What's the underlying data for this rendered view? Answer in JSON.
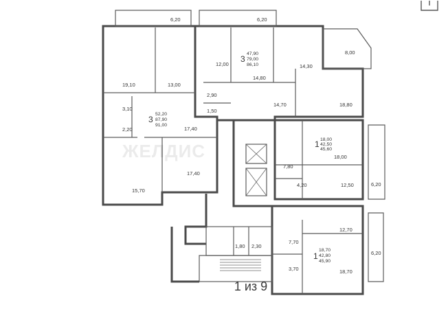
{
  "colors": {
    "apt_left": "#f3e1e4",
    "apt_top": "#f7e3cf",
    "apt_green": "#dcecd5",
    "apt_purple": "#e2def0",
    "loggia": "#efe3e0"
  },
  "apartments": {
    "left": {
      "rooms_count": "3",
      "area_living": "52,20",
      "area_total_1": "87,90",
      "area_total_2": "91,00",
      "rooms": [
        "6,20",
        "19,10",
        "13,00",
        "3,10",
        "2,20",
        "17,40",
        "17,40",
        "15,70"
      ]
    },
    "top": {
      "rooms_count": "3",
      "area_living": "47,90",
      "area_total_1": "79,00",
      "area_total_2": "86,10",
      "rooms": [
        "6,20",
        "12,00",
        "14,80",
        "14,30",
        "8,00",
        "2,90",
        "1,50",
        "14,70",
        "18,80"
      ]
    },
    "green": {
      "rooms_count": "1",
      "area_living": "18,00",
      "area_total_1": "42,50",
      "area_total_2": "45,60",
      "rooms": [
        "18,00",
        "7,80",
        "4,20",
        "12,50",
        "6,20"
      ]
    },
    "purple": {
      "rooms_count": "1",
      "area_living": "18,70",
      "area_total_1": "42,80",
      "area_total_2": "45,90",
      "rooms": [
        "12,70",
        "7,70",
        "6,20",
        "3,70",
        "18,70"
      ]
    },
    "common": {
      "rooms": [
        "1,80",
        "2,30"
      ]
    }
  },
  "watermark": "ЖЕЛДИС",
  "pager": "1 из 9",
  "icons": {
    "corner": "fullscreen-icon"
  }
}
